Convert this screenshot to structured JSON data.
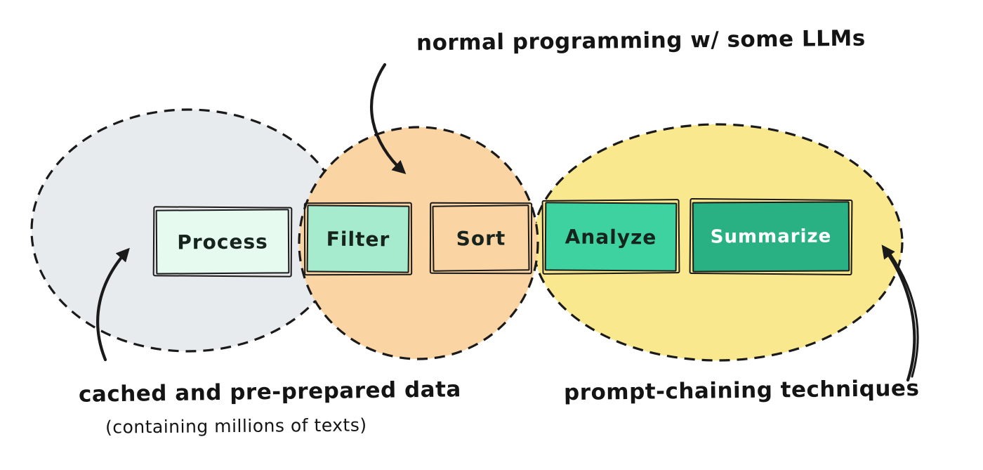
{
  "diagram": {
    "stages": [
      {
        "label": "Process"
      },
      {
        "label": "Filter"
      },
      {
        "label": "Sort"
      },
      {
        "label": "Analyze"
      },
      {
        "label": "Summarize"
      }
    ],
    "annotations": {
      "top": "normal programming w/ some LLMs",
      "bottom_left": "cached and pre-prepared data",
      "bottom_left_sub": "(containing millions of texts)",
      "bottom_right": "prompt-chaining techniques"
    },
    "colors": {
      "ink": "#1a1a1a",
      "gray_region": "#e8ebee",
      "orange_region": "#fbd4a3",
      "yellow_region": "#f9e88d",
      "process_fill": "#e6faf0",
      "filter_fill": "#a6ebcd",
      "sort_fill": "#fbd4a3",
      "analyze_fill": "#3ed2a0",
      "summarize_fill": "#2ab183"
    }
  }
}
